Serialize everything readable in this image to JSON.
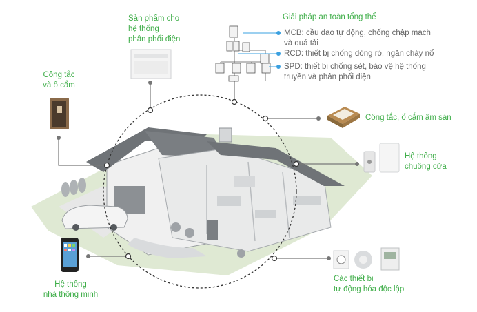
{
  "colors": {
    "accent": "#3fae49",
    "blue": "#3aa0e0",
    "connector": "#777777",
    "text_gray": "#666666",
    "house_wall": "#eceded",
    "house_roof": "#6f7377",
    "lawn": "#dfe9d3"
  },
  "labels": {
    "distribution_products": "Sản phẩm cho\nhệ thống\nphân phối điện",
    "switches_sockets": "Công tắc\nvà ổ cắm",
    "safety_title": "Giải  pháp  an toàn tổng thể",
    "mcb": "MCB: cầu dao tự động, chống chập mạch\nvà quá tải",
    "rcd": "RCD: thiết bị chống dòng rò, ngăn cháy nổ",
    "spd": "SPD: thiết bị chống sét, bảo vệ hệ thống\ntruyền và phân phối điện",
    "floor_socket": "Công tắc, ổ cắm âm sàn",
    "doorbell": "Hệ thống\nchuông cửa",
    "smart_home": "Hệ thống\nnhà thông minh",
    "automation": "Các thiết bị\ntự động hóa độc lập"
  },
  "icons": {
    "distribution_panel": "distribution-panel-icon",
    "wall_switch": "wall-switch-icon",
    "breaker_tree": "breaker-tree-icon",
    "floor_socket": "floor-socket-icon",
    "doorbell": "doorbell-icon",
    "smartphone": "smartphone-icon",
    "automation": "automation-devices-icon",
    "house": "house-cutaway-icon"
  }
}
